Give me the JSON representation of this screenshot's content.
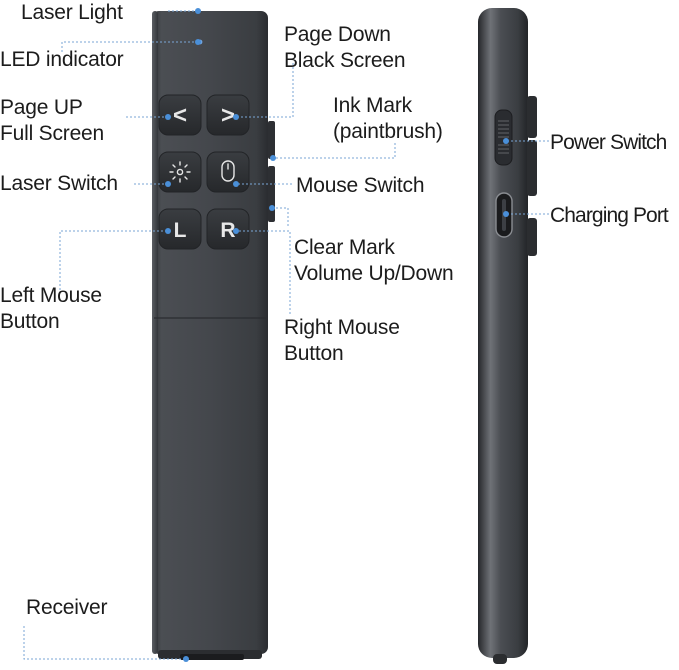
{
  "labels": {
    "laser_light": "Laser Light",
    "led_indicator": "LED indicator",
    "page_up": [
      "Page UP",
      "Full Screen"
    ],
    "laser_switch": "Laser Switch",
    "left_mouse": [
      "Left Mouse",
      "Button"
    ],
    "receiver": "Receiver",
    "page_down": [
      "Page Down",
      "Black Screen"
    ],
    "ink_mark": [
      "Ink Mark",
      "(paintbrush)"
    ],
    "mouse_switch": "Mouse Switch",
    "clear_mark": [
      "Clear Mark",
      "Volume Up/Down"
    ],
    "right_mouse": [
      "Right Mouse",
      "Button"
    ],
    "power_switch": "Power Switch",
    "charging_port": "Charging Port"
  },
  "buttons": {
    "prev": "<",
    "next": ">",
    "left": "L",
    "right": "R"
  },
  "colors": {
    "body_dark": "#3a3d42",
    "body_mid": "#4e5156",
    "highlight": "#6b6e73",
    "button": "#2f3236",
    "marker": "#4a8fd8",
    "leader": "#7aa6d6",
    "text": "#1c1c1c"
  },
  "icons": {
    "laser_switch": "sun-burst-icon",
    "mouse_switch": "mouse-icon"
  }
}
